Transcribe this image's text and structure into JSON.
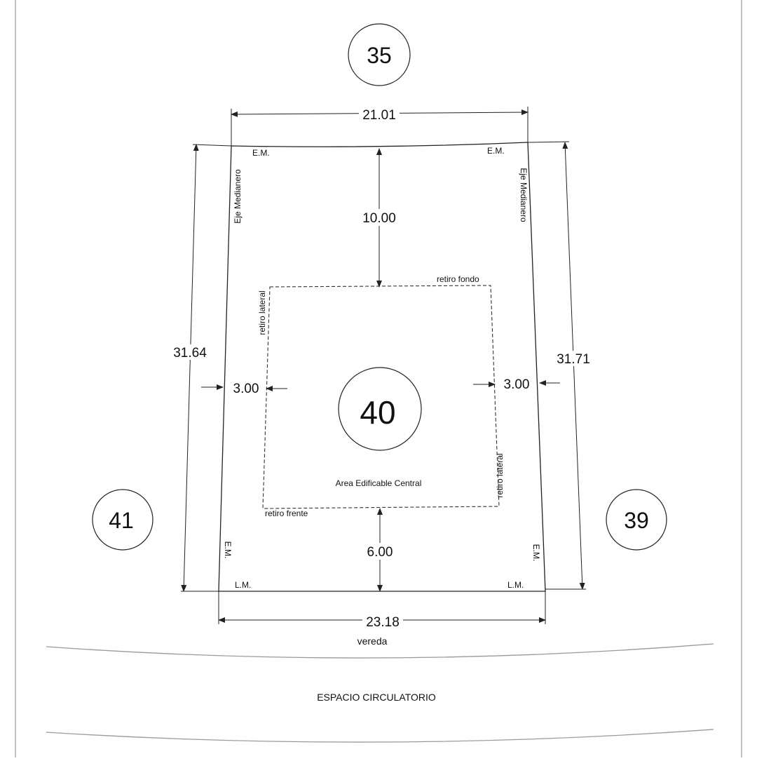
{
  "lots": {
    "top": "35",
    "main": "40",
    "left": "41",
    "right": "39"
  },
  "dimensions": {
    "top_width": "21.01",
    "bottom_width": "23.18",
    "left_depth": "31.64",
    "right_depth": "31.71",
    "rear_setback": "10.00",
    "front_setback": "6.00",
    "left_setback": "3.00",
    "right_setback": "3.00"
  },
  "labels": {
    "em_top_left": "E.M.",
    "em_top_right": "E.M.",
    "em_bottom_left": "E.M.",
    "em_bottom_right": "E.M.",
    "lm_left": "L.M.",
    "lm_right": "L.M.",
    "eje_left": "Eje Medianero",
    "eje_right": "Eje Medianero",
    "retiro_fondo": "retiro fondo",
    "retiro_lateral_left": "retiro lateral",
    "retiro_lateral_right": "retiro lateral",
    "retiro_frente": "retiro frente",
    "area_edificable": "Area Edificable Central",
    "vereda": "vereda",
    "espacio": "ESPACIO CIRCULATORIO"
  },
  "colors": {
    "line": "#222222",
    "frame": "#9a9a9a"
  }
}
